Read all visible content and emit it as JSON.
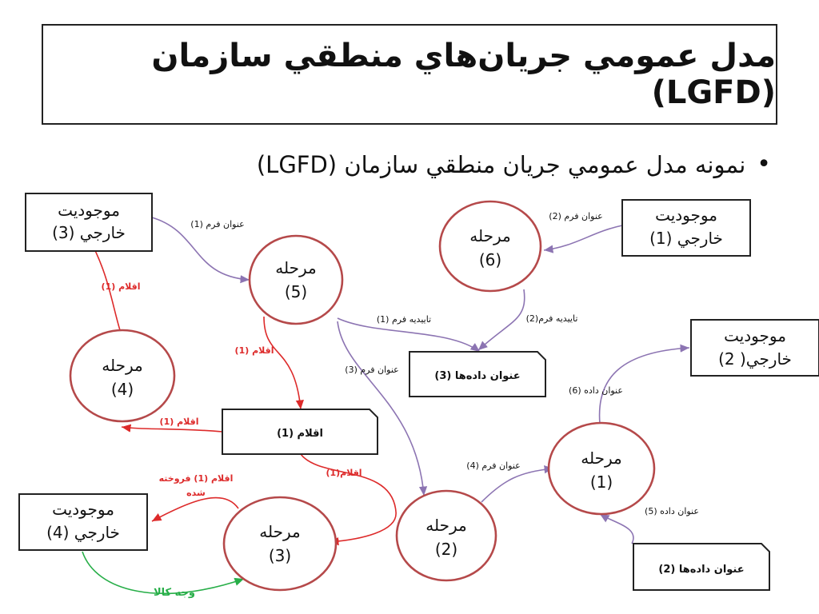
{
  "title": "مدل عمومي جريان‌هاي منطقي سازمان (LGFD)",
  "bullet": "نمونه مدل عمومي جريان منطقي سازمان (LGFD)",
  "colors": {
    "node": "#b5494a",
    "purple": "#8c74b2",
    "red": "#dd2a2a",
    "green": "#27ae48"
  },
  "entities": {
    "e3": [
      "موجوديت",
      "خارجي (3)"
    ],
    "e1": [
      "موجوديت",
      "خارجي (1)"
    ],
    "e2": [
      "موجوديت",
      "خارجي( 2)"
    ],
    "e4": [
      "موجوديت",
      "خارجي (4)"
    ]
  },
  "processes": {
    "p5": [
      "مرحله",
      "(5)"
    ],
    "p6": [
      "مرحله",
      "(6)"
    ],
    "p4": [
      "مرحله",
      "(4)"
    ],
    "p1": [
      "مرحله",
      "(1)"
    ],
    "p2": [
      "مرحله",
      "(2)"
    ],
    "p3": [
      "مرحله",
      "(3)"
    ]
  },
  "stores": {
    "s3": "عنوان داده‌ها (3)",
    "items": "اقلام (1)",
    "s2": "عنوان داده‌ها (2)"
  },
  "flows": {
    "f_form1": "عنوان فرم (1)",
    "f_form2": "عنوان فرم (2)",
    "f_items_e3": "اقلام (1)",
    "f_confirm1": "تاييديه فرم (1)",
    "f_confirm2": "تاييديه فرم(2)",
    "f_items_p5": "اقلام (1)",
    "f_form3": "عنوان فرم (3)",
    "f_data6": "عنوان داده (6)",
    "f_items_p4": "اقلام (1)",
    "f_form4": "عنوان فرم (4)",
    "f_sold_1": "اقلام (1) فروخته",
    "f_sold_2": "شده",
    "f_items_p3": "اقلام(1)",
    "f_data5": "عنوان داده (5)",
    "f_money": "وجه كالا"
  }
}
